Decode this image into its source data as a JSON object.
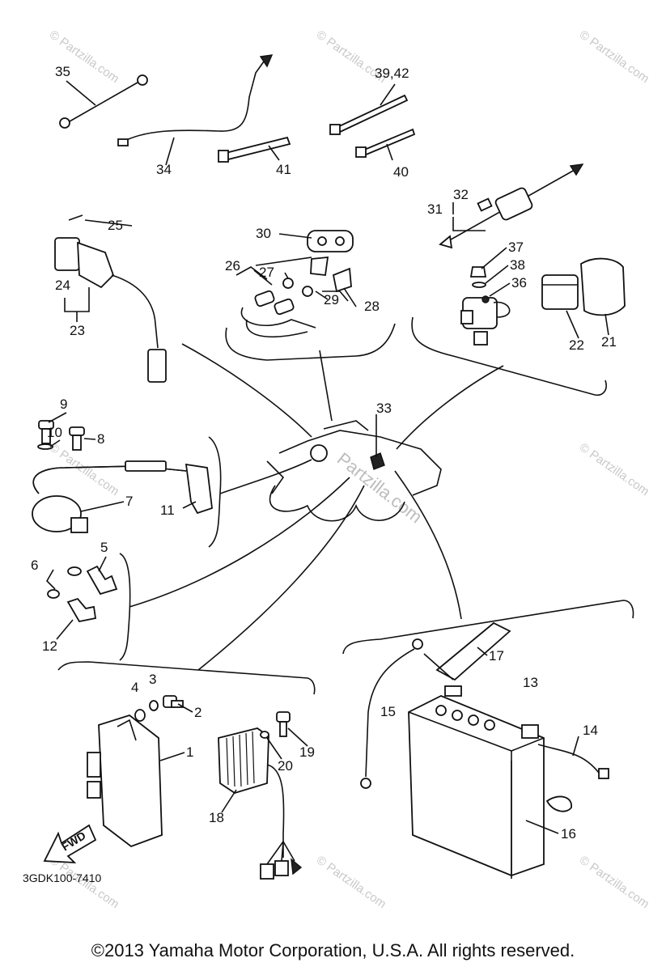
{
  "diagram": {
    "drawing_code": "3GDK100-7410",
    "fwd_label": "FWD",
    "watermark_text": "© Partzilla.com",
    "center_watermark": "Partzilla.com",
    "part_labels": {
      "p1": "1",
      "p2": "2",
      "p3": "3",
      "p4": "4",
      "p5": "5",
      "p6": "6",
      "p7": "7",
      "p8": "8",
      "p9": "9",
      "p10": "10",
      "p11": "11",
      "p12": "12",
      "p13": "13",
      "p14": "14",
      "p15": "15",
      "p16": "16",
      "p17": "17",
      "p18": "18",
      "p19": "19",
      "p20": "20",
      "p21": "21",
      "p22": "22",
      "p23": "23",
      "p24": "24",
      "p25": "25",
      "p26": "26",
      "p27": "27",
      "p28": "28",
      "p29": "29",
      "p30": "30",
      "p31": "31",
      "p32": "32",
      "p33": "33",
      "p34": "34",
      "p35": "35",
      "p36": "36",
      "p37": "37",
      "p38": "38",
      "p39_42": "39,42",
      "p40": "40",
      "p41": "41"
    }
  },
  "footer": {
    "copyright": "©2013  Yamaha Motor Corporation, U.S.A. All rights reserved."
  }
}
